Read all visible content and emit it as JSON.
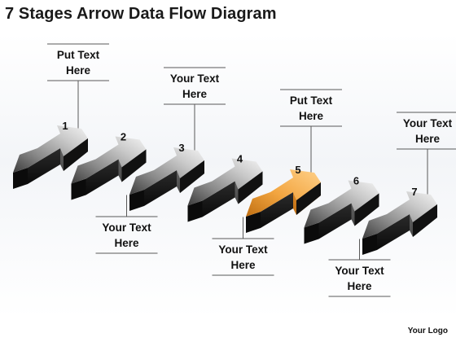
{
  "title": "7 Stages Arrow Data Flow Diagram",
  "logo_text": "Your Logo",
  "colors": {
    "arrow_light": "#f2f2f2",
    "arrow_mid": "#a6a6a6",
    "arrow_dark": "#5a5a5a",
    "arrow_black": "#0f0f0f",
    "highlight_light": "#ffd18a",
    "highlight_mid": "#f2a540",
    "highlight_dark": "#c06f12",
    "highlight_black": "#111111",
    "connector": "#595959"
  },
  "stages": [
    {
      "number": "1",
      "label_lines": [
        "Put Text",
        "Here"
      ],
      "label_side": "top",
      "highlight": false
    },
    {
      "number": "2",
      "label_lines": [
        "Your Text",
        "Here"
      ],
      "label_side": "bottom",
      "highlight": false
    },
    {
      "number": "3",
      "label_lines": [
        "Your Text",
        "Here"
      ],
      "label_side": "top",
      "highlight": false
    },
    {
      "number": "4",
      "label_lines": [
        "Your Text",
        "Here"
      ],
      "label_side": "bottom",
      "highlight": false
    },
    {
      "number": "5",
      "label_lines": [
        "Put Text",
        "Here"
      ],
      "label_side": "top",
      "highlight": true
    },
    {
      "number": "6",
      "label_lines": [
        "Your Text",
        "Here"
      ],
      "label_side": "bottom",
      "highlight": false
    },
    {
      "number": "7",
      "label_lines": [
        "Your Text",
        "Here"
      ],
      "label_side": "top",
      "highlight": false
    }
  ]
}
